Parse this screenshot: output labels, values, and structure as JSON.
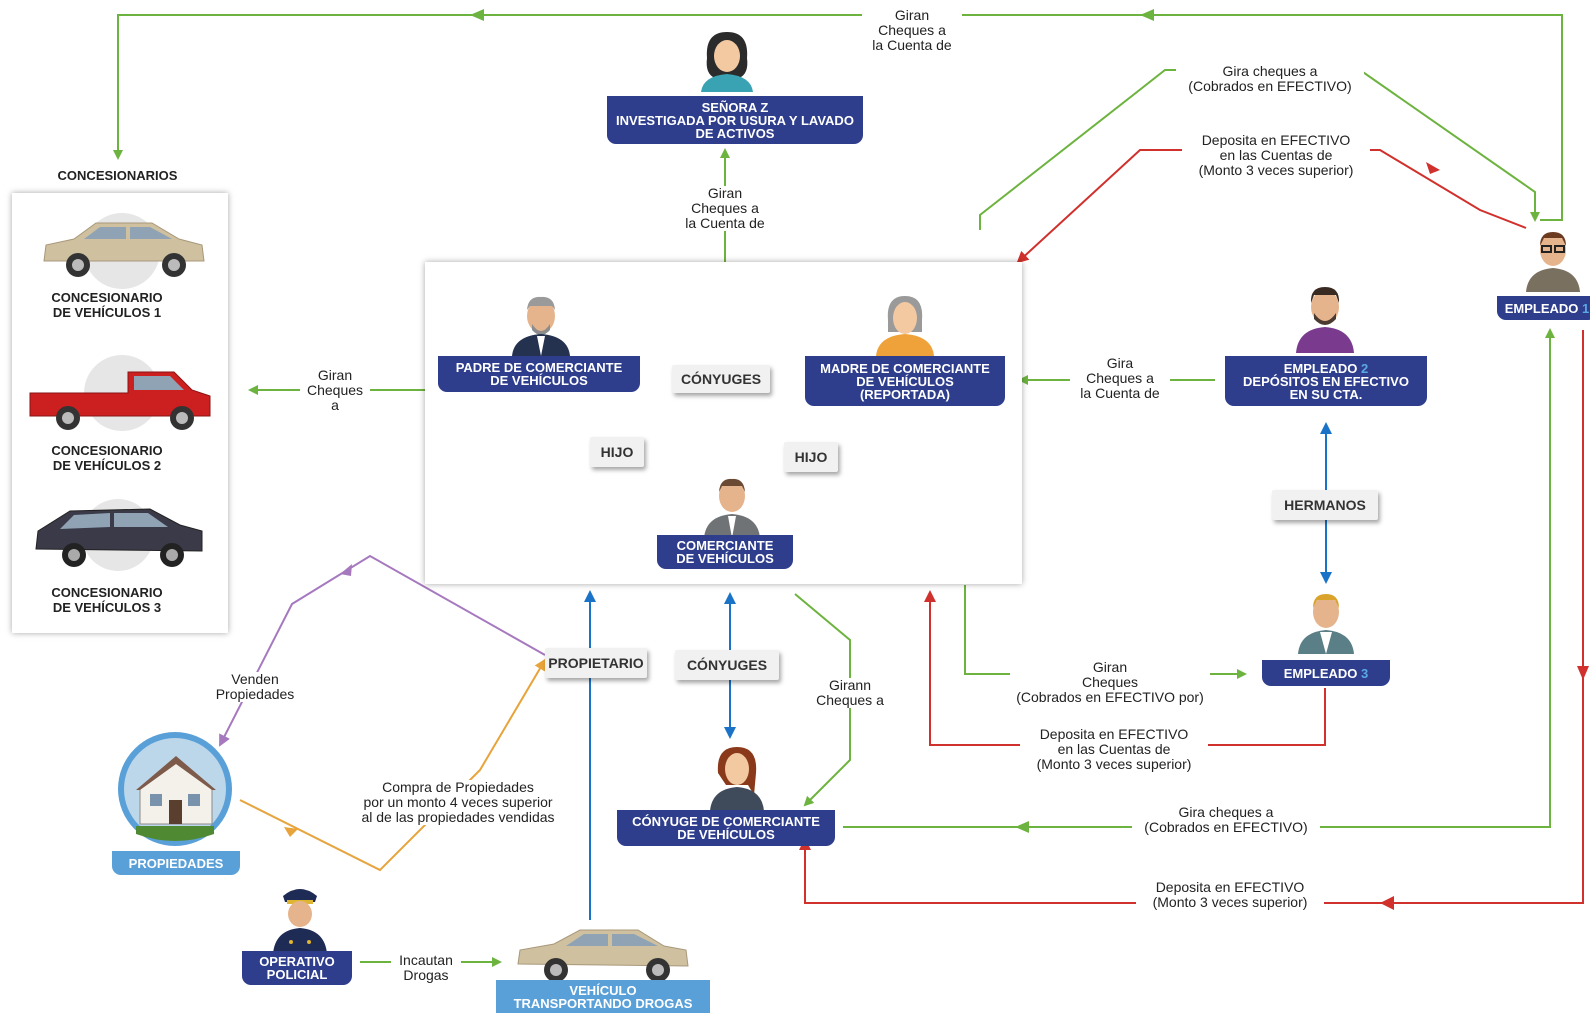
{
  "colors": {
    "green": "#6db33f",
    "red": "#d0312d",
    "blue": "#1a73c7",
    "orange": "#e8a33a",
    "purple": "#a679bf",
    "navy": "#2e3d8c",
    "light_blue": "#5aa0d8"
  },
  "dealers": {
    "title": "CONCESIONARIOS",
    "items": [
      {
        "label": "CONCESIONARIO\nDE VEHÍCULOS 1",
        "icon": "sedan-car-icon"
      },
      {
        "label": "CONCESIONARIO\nDE VEHÍCULOS 2",
        "icon": "pickup-truck-icon"
      },
      {
        "label": "CONCESIONARIO\nDE VEHÍCULOS 3",
        "icon": "suv-car-icon"
      }
    ]
  },
  "nodes": {
    "senora_z": "SEÑORA Z\nINVESTIGADA POR USURA Y LAVADO\nDE ACTIVOS",
    "padre": "PADRE DE COMERCIANTE\nDE VEHÍCULOS",
    "madre": "MADRE DE COMERCIANTE\nDE VEHÍCULOS\n(REPORTADA)",
    "comerciante": "COMERCIANTE\nDE VEHÍCULOS",
    "conyuge": "CÓNYUGE DE COMERCIANTE\nDE VEHÍCULOS",
    "empleado1": "EMPLEADO",
    "empleado1_num": "1",
    "empleado2": "EMPLEADO",
    "empleado2_num": "2",
    "empleado2_sub": "DEPÓSITOS EN EFECTIVO\nEN SU CTA.",
    "empleado3": "EMPLEADO",
    "empleado3_num": "3",
    "propiedades": "PROPIEDADES",
    "operativo": "OPERATIVO\nPOLICIAL",
    "vehiculo": "VEHÍCULO\nTRANSPORTANDO DROGAS"
  },
  "relations": {
    "conyuges_top": "CÓNYUGES",
    "hijo_left": "HIJO",
    "hijo_right": "HIJO",
    "hermanos": "HERMANOS",
    "propietario": "PROPIETARIO",
    "conyuges_bottom": "CÓNYUGES"
  },
  "edge_labels": {
    "top": "Giran\nCheques a\nla Cuenta de",
    "to_senora": "Giran\nCheques a\nla Cuenta de",
    "gira_cobrados_top": "Gira cheques a\n(Cobrados en EFECTIVO)",
    "deposita_top": "Deposita en EFECTIVO\nen las Cuentas de\n(Monto 3 veces superior)",
    "to_dealers": "Giran\nCheques\na",
    "gira_madre": "Gira\nCheques a\nla Cuenta de",
    "giran_emp3": "Giran\nCheques\n(Cobrados en EFECTIVO por)",
    "deposita_emp3": "Deposita en EFECTIVO\nen las Cuentas de\n(Monto 3 veces superior)",
    "girann": "Girann\nCheques a",
    "venden": "Venden\nPropiedades",
    "compra": "Compra de Propiedades\npor un monto 4 veces superior\nal de las propiedades vendidas",
    "gira_conyuge": "Gira cheques a\n(Cobrados en EFECTIVO)",
    "deposita_bottom": "Deposita en EFECTIVO\n(Monto 3 veces superior)",
    "incautan": "Incautan\nDrogas"
  }
}
